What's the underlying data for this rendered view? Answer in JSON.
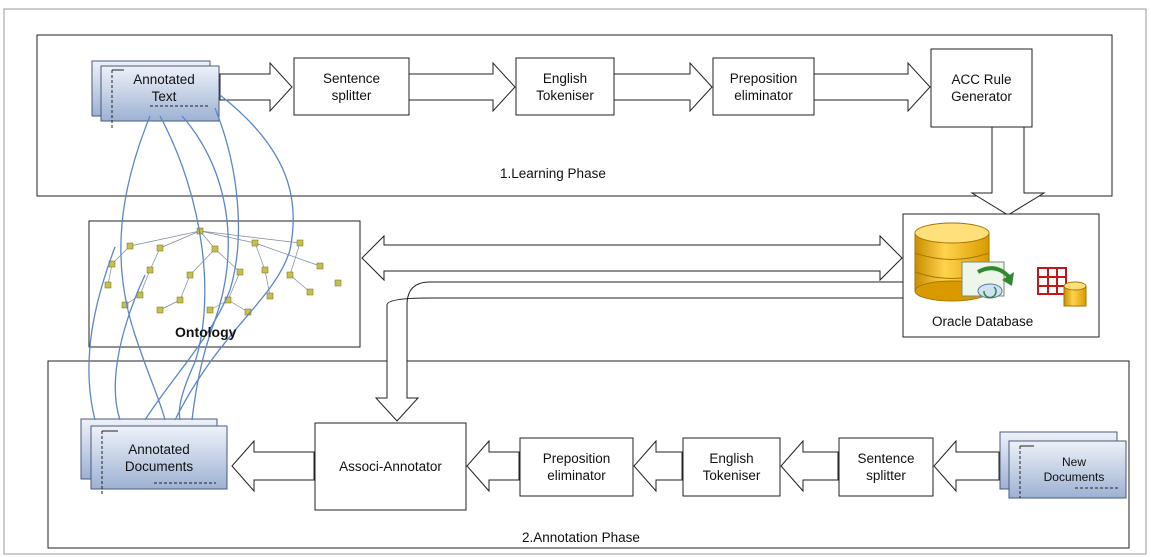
{
  "learning_phase": {
    "label": "1.Learning Phase",
    "input_doc": "Annotated\nText",
    "steps": [
      "Sentence\nsplitter",
      "English\nTokeniser",
      "Preposition\neliminator",
      "ACC Rule\nGenerator"
    ]
  },
  "ontology": {
    "label": "Ontology"
  },
  "database": {
    "label": "Oracle Database"
  },
  "annotation_phase": {
    "label": "2.Annotation Phase",
    "output_doc": "Annotated\nDocuments",
    "annotator": "Associ-Annotator",
    "steps": [
      "Preposition\neliminator",
      "English\nTokeniser",
      "Sentence\nsplitter"
    ],
    "input_doc": "New\nDocuments"
  },
  "colors": {
    "doc_fill_light": "#dde5f2",
    "doc_fill_dark": "#9cb0d2",
    "doc_stroke": "#4a5a78",
    "link_curve": "#5b86c9",
    "db_gold": "#f2b705"
  }
}
